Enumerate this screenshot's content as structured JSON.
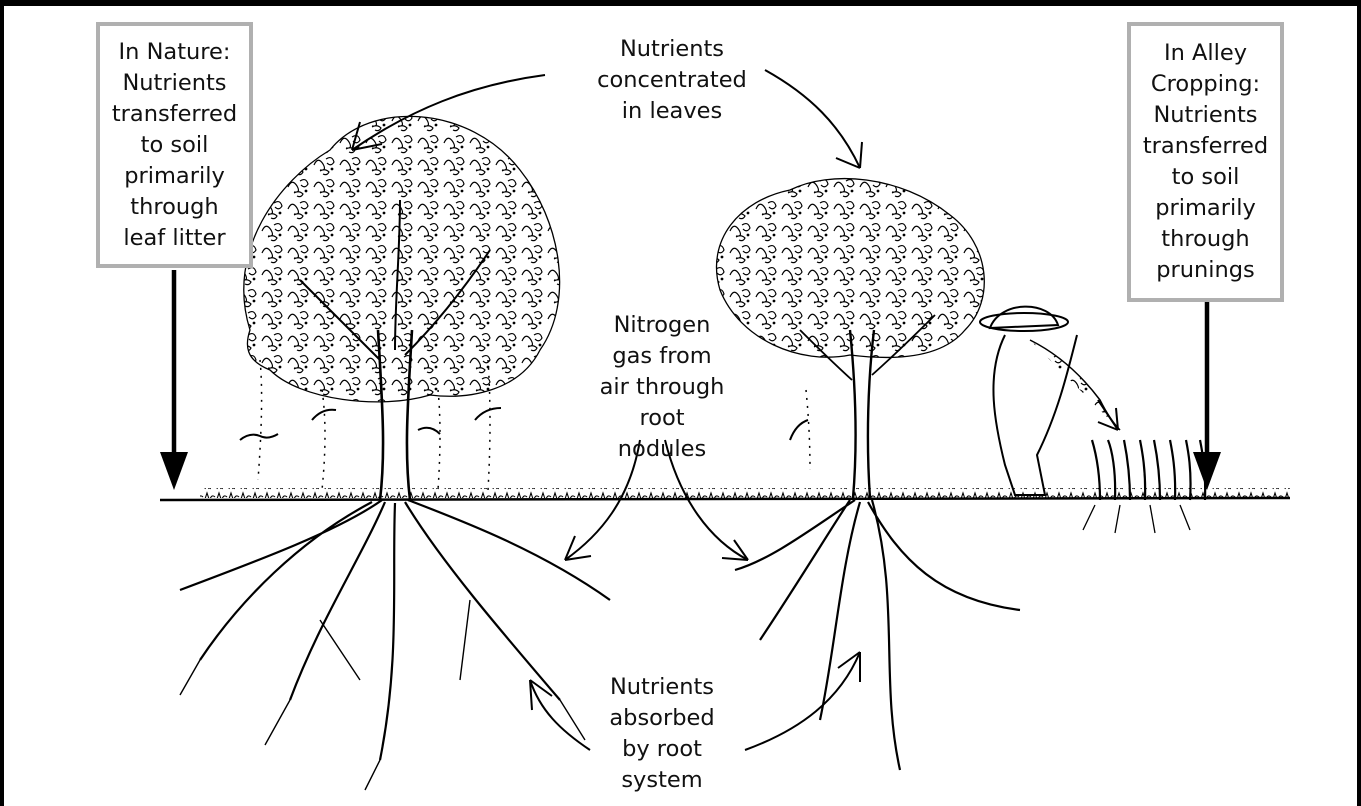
{
  "labels": {
    "nature_box": [
      "In Nature:",
      "Nutrients",
      "transferred",
      "to soil",
      "primarily",
      "through",
      "leaf litter"
    ],
    "alley_box": [
      "In Alley",
      "Cropping:",
      "Nutrients",
      "transferred",
      "to soil",
      "primarily",
      "through",
      "prunings"
    ],
    "leaves": [
      "Nutrients",
      "concentrated",
      "in leaves"
    ],
    "nitrogen": [
      "Nitrogen",
      "gas from",
      "air through",
      "root",
      "nodules"
    ],
    "roots": [
      "Nutrients",
      "absorbed",
      "by root",
      "system"
    ]
  },
  "icons": [
    "tree-icon",
    "pruned-tree-icon",
    "farmer-icon",
    "crop-icon",
    "falling-leaf-icon",
    "curved-arrow-icon",
    "down-arrow-icon"
  ],
  "colors": {
    "ink": "#000000",
    "box_border": "#b0b0b0",
    "background": "#ffffff"
  }
}
